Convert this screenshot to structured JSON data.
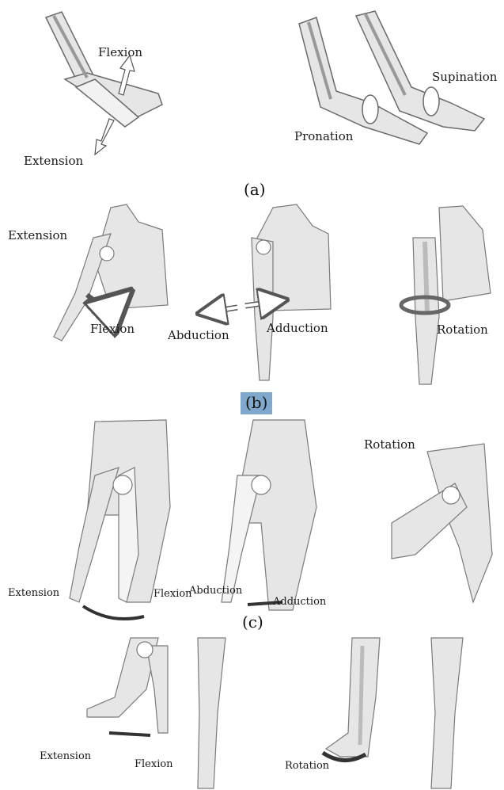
{
  "panels": {
    "a": {
      "caption": "(a)",
      "labels": {
        "flexion": "Flexion",
        "extension": "Extension",
        "supination": "Supination",
        "pronation": "Pronation"
      }
    },
    "b": {
      "caption": "(b)",
      "labels": {
        "extension": "Extension",
        "flexion": "Flexion",
        "abduction": "Abduction",
        "adduction": "Adduction",
        "rotation": "Rotation"
      }
    },
    "c": {
      "caption": "(c)",
      "labels": {
        "rotation": "Rotation",
        "extension": "Extension",
        "flexion": "Flexion",
        "abduction": "Abduction",
        "adduction": "Adduction"
      }
    },
    "d": {
      "labels": {
        "extension": "Extension",
        "flexion": "Flexion",
        "rotation": "Rotation"
      }
    }
  },
  "colors": {
    "skin": "#e6e6e6",
    "outline": "#6a6a6a",
    "bone": "#f7f7f7",
    "highlight": "#7fa8cc"
  }
}
